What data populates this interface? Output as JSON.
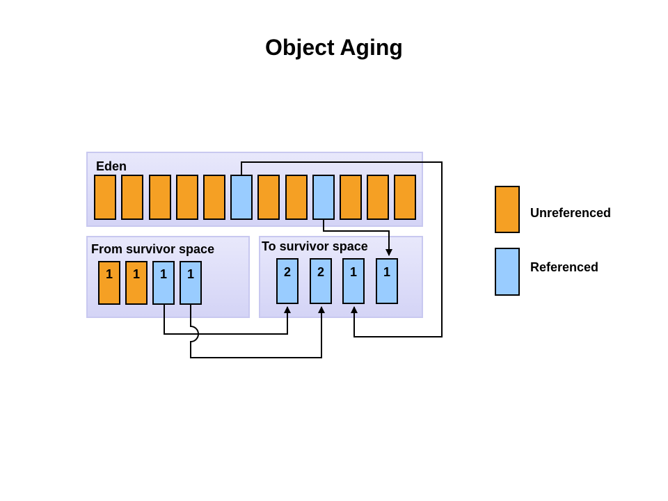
{
  "title": "Object Aging",
  "colors": {
    "unreferenced": "#f5a024",
    "referenced": "#99ccff",
    "region": "#dcdcf8"
  },
  "eden": {
    "label": "Eden",
    "objects": [
      "unreferenced",
      "unreferenced",
      "unreferenced",
      "unreferenced",
      "unreferenced",
      "referenced",
      "unreferenced",
      "unreferenced",
      "referenced",
      "unreferenced",
      "unreferenced",
      "unreferenced"
    ]
  },
  "from_survivor": {
    "label": "From survivor  space",
    "objects": [
      {
        "state": "unreferenced",
        "age": "1"
      },
      {
        "state": "unreferenced",
        "age": "1"
      },
      {
        "state": "referenced",
        "age": "1"
      },
      {
        "state": "referenced",
        "age": "1"
      }
    ]
  },
  "to_survivor": {
    "label": "To survivor  space",
    "objects": [
      {
        "state": "referenced",
        "age": "2"
      },
      {
        "state": "referenced",
        "age": "2"
      },
      {
        "state": "referenced",
        "age": "1"
      },
      {
        "state": "referenced",
        "age": "1"
      }
    ]
  },
  "legend": {
    "unreferenced": "Unreferenced",
    "referenced": "Referenced"
  }
}
